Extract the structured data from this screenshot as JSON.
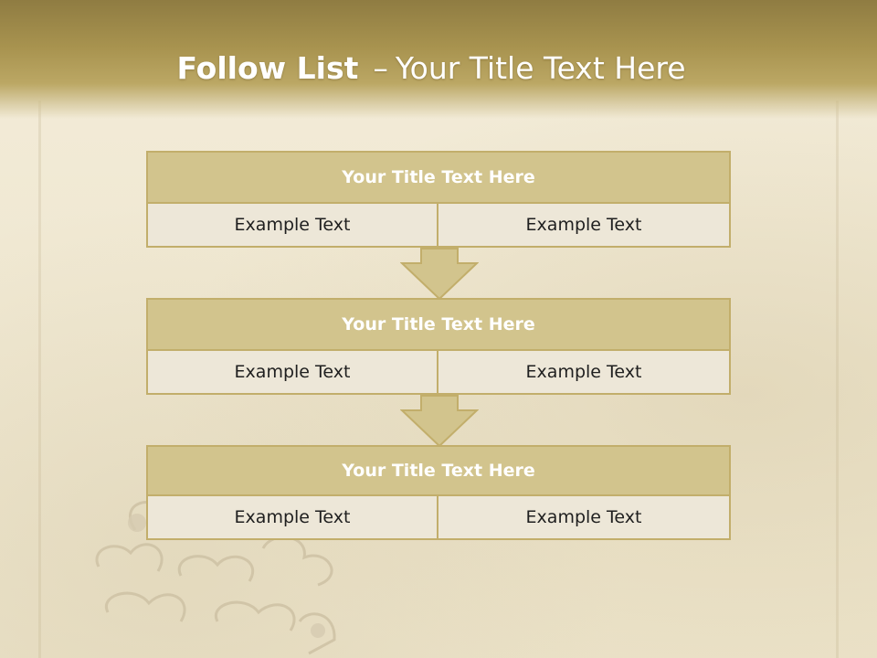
{
  "slide": {
    "title_bold": "Follow List",
    "title_separator": "–",
    "title_rest": "Your Title Text Here"
  },
  "flow": {
    "blocks": [
      {
        "title": "Your Title Text Here",
        "left": "Example Text",
        "right": "Example Text"
      },
      {
        "title": "Your Title Text Here",
        "left": "Example Text",
        "right": "Example Text"
      },
      {
        "title": "Your Title Text Here",
        "left": "Example Text",
        "right": "Example Text"
      }
    ]
  },
  "colors": {
    "header": "#a8934f",
    "title_box": "#d2c48d",
    "cell_box": "#ede7d8",
    "border": "#c2ae6b"
  },
  "icons": [
    "down-arrow-icon",
    "decorative-ornament"
  ]
}
